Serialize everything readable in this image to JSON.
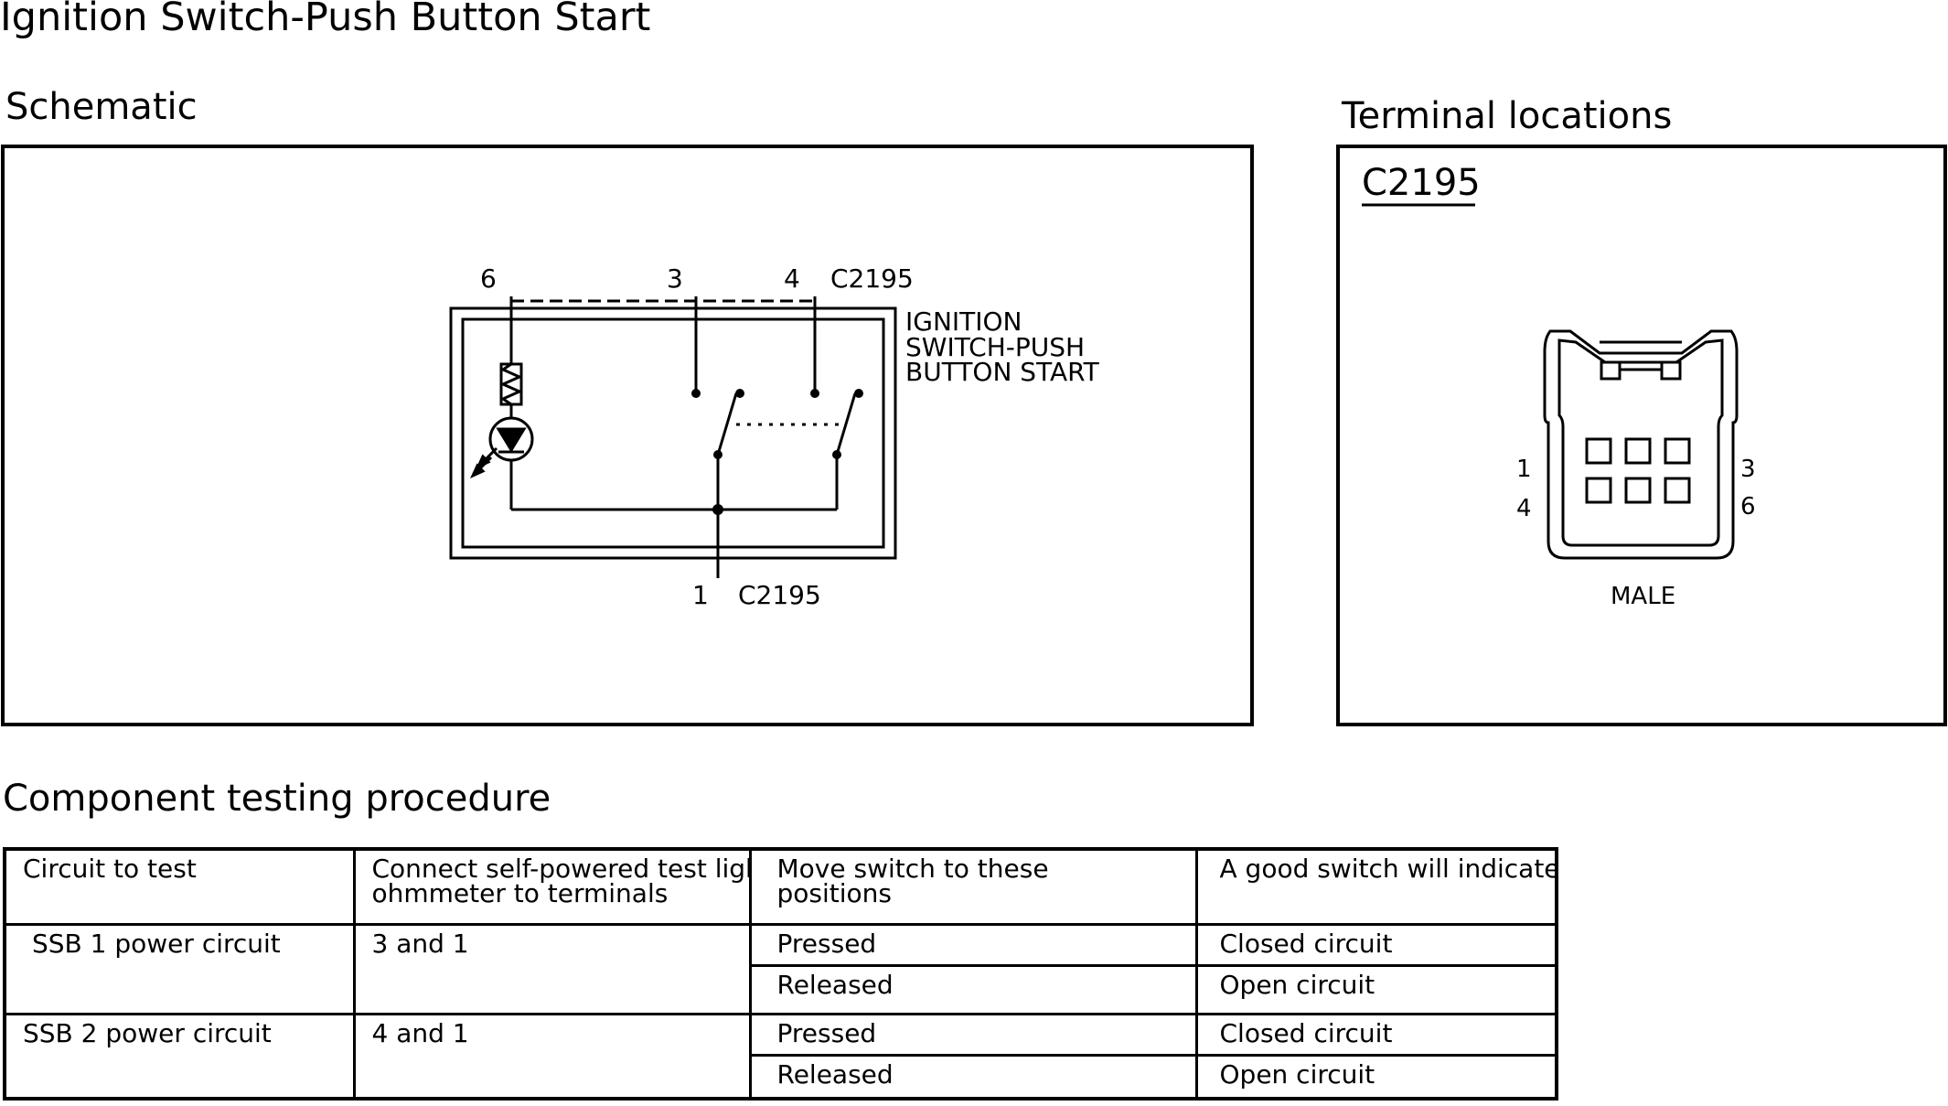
{
  "title": "Ignition Switch-Push Button Start",
  "schematic": {
    "heading": "Schematic",
    "pins": {
      "p6": "6",
      "p3": "3",
      "p4": "4",
      "p1": "1"
    },
    "connector_top": "C2195",
    "connector_bottom": "C2195",
    "component_label": [
      "IGNITION",
      "SWITCH-PUSH",
      "BUTTON START"
    ]
  },
  "terminals": {
    "heading": "Terminal locations",
    "connector": "C2195",
    "pins": {
      "left_top": "1",
      "left_bottom": "4",
      "right_top": "3",
      "right_bottom": "6"
    },
    "gender": "MALE"
  },
  "procedure": {
    "heading": "Component testing procedure",
    "headers": [
      "Circuit to test",
      [
        "Connect self-powered test light or",
        "ohmmeter to terminals"
      ],
      [
        "Move switch to these",
        "positions"
      ],
      "A good switch will indicate"
    ],
    "rows": [
      {
        "circuit": "SSB 1 power circuit",
        "terminals": "3 and 1",
        "tests": [
          {
            "position": "Pressed",
            "indication": "Closed circuit"
          },
          {
            "position": "Released",
            "indication": "Open circuit"
          }
        ]
      },
      {
        "circuit": "SSB 2 power circuit",
        "terminals": "4 and 1",
        "tests": [
          {
            "position": "Pressed",
            "indication": "Closed circuit"
          },
          {
            "position": "Released",
            "indication": "Open circuit"
          }
        ]
      }
    ]
  }
}
